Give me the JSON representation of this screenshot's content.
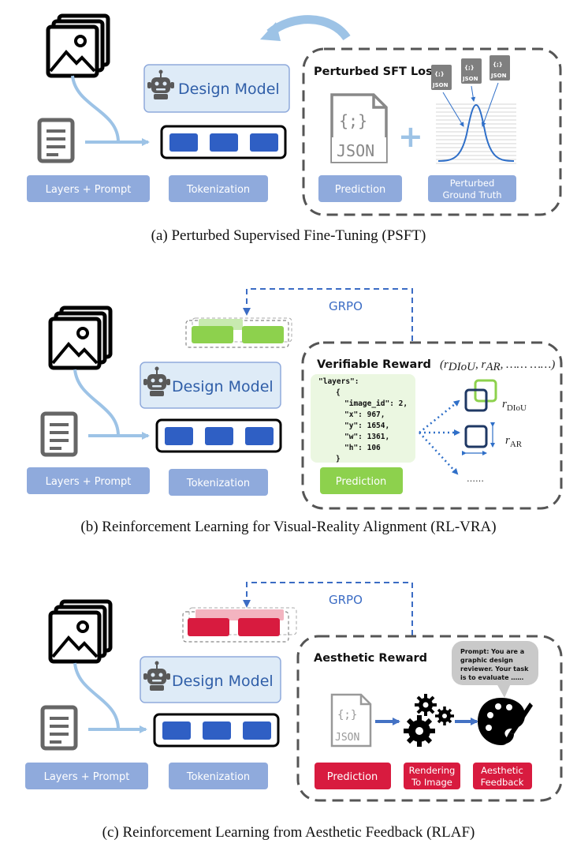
{
  "panels": {
    "a": {
      "caption": "(a) Perturbed Supervised Fine-Tuning (PSFT)",
      "layers_prompt": "Layers + Prompt",
      "design_model": "Design Model",
      "tokenization": "Tokenization",
      "box_title": "Perturbed SFT Loss",
      "prediction": "Prediction",
      "perturbed_gt_line1": "Perturbed",
      "perturbed_gt_line2": "Ground Truth",
      "json_label": "JSON",
      "json_glyph": "{;}"
    },
    "b": {
      "caption": "(b) Reinforcement Learning for Visual-Reality Alignment (RL-VRA)",
      "layers_prompt": "Layers + Prompt",
      "design_model": "Design Model",
      "tokenization": "Tokenization",
      "grpo": "GRPO",
      "box_title": "Verifiable Reward",
      "reward_list": "(r",
      "reward_sub1": "DIoU",
      "reward_sep": ", r",
      "reward_sub2": "AR",
      "reward_tail": ", …… ……)",
      "code_lines": [
        "\"layers\":",
        "{",
        "\"image_id\": 2,",
        "\"x\": 967,",
        "\"y\": 1654,",
        "\"w\": 1361,",
        "\"h\": 106",
        "}"
      ],
      "prediction": "Prediction",
      "r_diou": "r",
      "r_diou_sub": "DIoU",
      "r_ar": "r",
      "r_ar_sub": "AR",
      "ellipsis": "……"
    },
    "c": {
      "caption": "(c) Reinforcement Learning from Aesthetic Feedback (RLAF)",
      "layers_prompt": "Layers + Prompt",
      "design_model": "Design Model",
      "tokenization": "Tokenization",
      "grpo": "GRPO",
      "box_title": "Aesthetic Reward",
      "prompt_bubble": [
        "Prompt: You are a",
        "graphic design",
        "reviewer. Your task",
        "is to evaluate ……"
      ],
      "prediction": "Prediction",
      "rendering_line1": "Rendering",
      "rendering_line2": "To Image",
      "aesthetic_line1": "Aesthetic",
      "aesthetic_line2": "Feedback",
      "json_label": "JSON",
      "json_glyph": "{;}"
    }
  },
  "colors": {
    "label_blue": "#8faadc",
    "token_blue": "#2f5fc4",
    "model_fill": "#deebf7",
    "model_stroke": "#8faadc",
    "connector": "#9dc3e6",
    "green": "#8dd14d",
    "red": "#d81b3f",
    "dash": "#555555"
  }
}
